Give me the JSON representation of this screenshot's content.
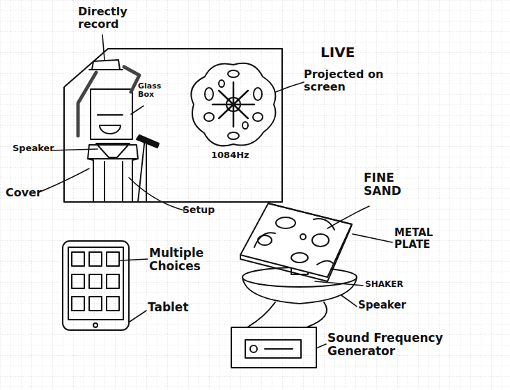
{
  "diagram": {
    "nodes": [
      {
        "text": [
          "1084Hz"
        ]
      }
    ],
    "labels": [
      "Directly record",
      "Glass Box",
      "LIVE",
      "Projected on screen",
      "Speaker",
      "Cover",
      "Setup",
      "Multiple Choices",
      "Tablet",
      "FINE SAND",
      "METAL PLATE",
      "SHAKER",
      "Speaker",
      "Sound Frequency Generator"
    ]
  }
}
